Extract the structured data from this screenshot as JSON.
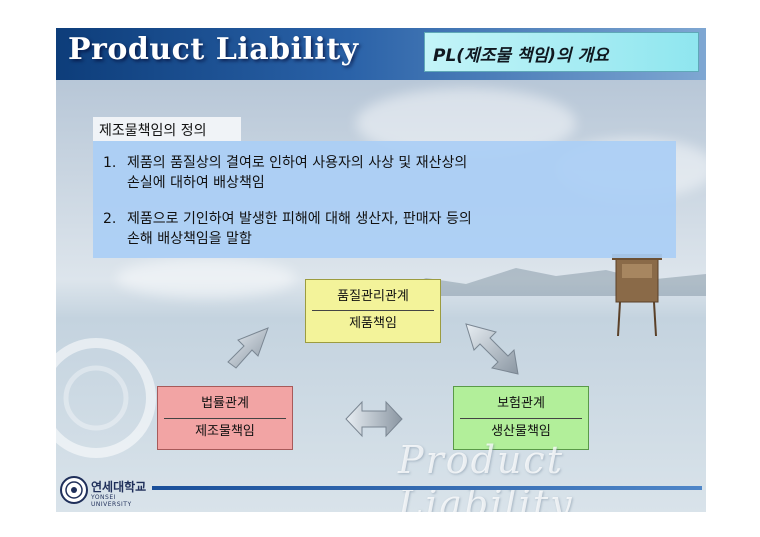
{
  "header": {
    "title": "Product Liability",
    "subtitle": "PL(제조물 책임)의 개요"
  },
  "definition": {
    "label": "제조물책임의 정의",
    "items": [
      {
        "num": "1.",
        "line1": "제품의 품질상의 결여로 인하여 사용자의 사상 및 재산상의",
        "line2": "손실에 대하여 배상책임"
      },
      {
        "num": "2.",
        "line1": "제품으로 기인하여 발생한 피해에 대해 생산자, 판매자 등의",
        "line2": "손해 배상책임을 말함"
      }
    ]
  },
  "boxes": {
    "quality": {
      "top": "품질관리관계",
      "bottom": "제품책임"
    },
    "law": {
      "top": "법률관계",
      "bottom": "제조물책임"
    },
    "insurance": {
      "top": "보험관계",
      "bottom": "생산물책임"
    }
  },
  "footer": {
    "watermark": "Product Liability",
    "university": "연세대학교",
    "university_en": "YONSEI UNIVERSITY"
  },
  "colors": {
    "header_dark": "#0d3d7a",
    "quality_box": "#f3f39a",
    "law_box": "#f2a4a4",
    "insurance_box": "#b2ef9a",
    "definition_box": "#aacef5"
  }
}
